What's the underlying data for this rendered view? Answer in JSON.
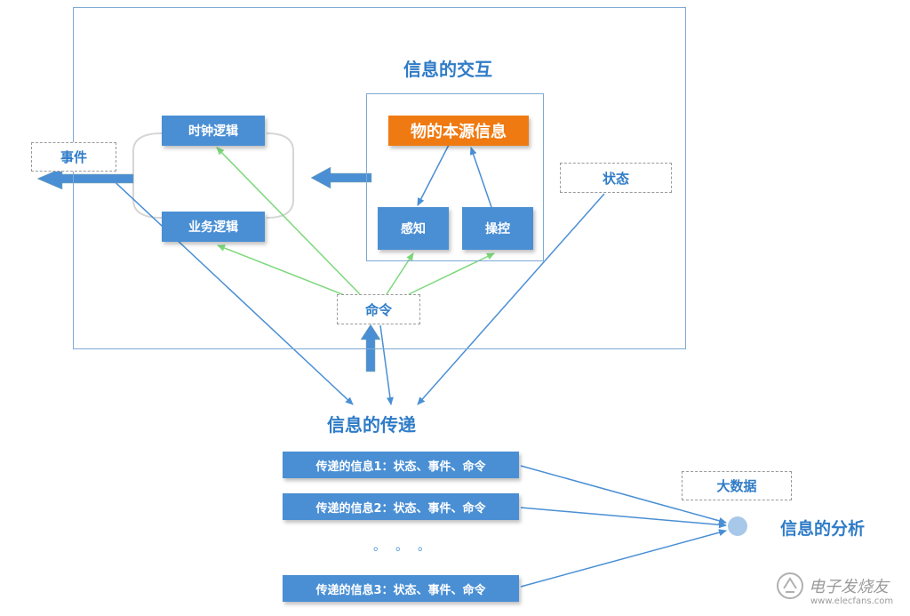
{
  "interaction": {
    "title": "信息的交互",
    "source_info": "物的本源信息",
    "perception": "感知",
    "control": "操控",
    "clock_logic": "时钟逻辑",
    "business_logic": "业务逻辑",
    "event": "事件",
    "state": "状态",
    "command": "命令"
  },
  "transfer": {
    "title": "信息的传递",
    "items": [
      "传递的信息1：状态、事件、命令",
      "传递的信息2：状态、事件、命令",
      "传递的信息3：状态、事件、命令"
    ],
    "ellipsis": "。。。"
  },
  "analysis": {
    "big_data": "大数据",
    "title": "信息的分析"
  },
  "watermark": {
    "text": "电子发烧友",
    "url": "www.elecfans.com"
  },
  "colors": {
    "blue_box": "#4a8fd4",
    "orange_box": "#f07a12",
    "frame": "#7fa9d4",
    "green_arrow": "#7dd87a",
    "blue_arrow": "#4a8fd4",
    "title_text": "#2f7cc7"
  }
}
